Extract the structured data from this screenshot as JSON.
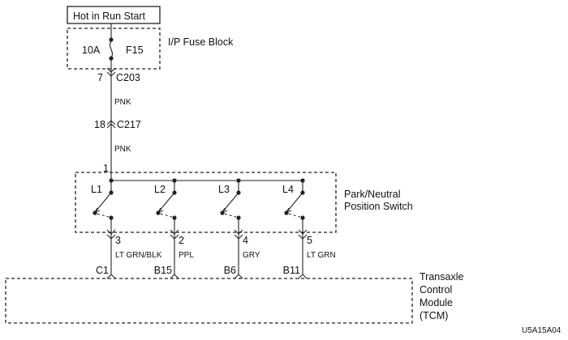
{
  "power_source": {
    "label": "Hot in Run Start"
  },
  "fuse_block": {
    "label": "I/P Fuse Block",
    "fuse_rating": "10A",
    "fuse_id": "F15"
  },
  "connectors": {
    "c203": {
      "pin": "7",
      "name": "C203"
    },
    "c217": {
      "pin": "18",
      "name": "C217"
    },
    "switch_input_pin": "1"
  },
  "wires": {
    "upper": "PNK",
    "middle": "PNK"
  },
  "switch": {
    "label_line1": "Park/Neutral",
    "label_line2": "Position Switch",
    "contacts": [
      {
        "name": "L1",
        "out_pin": "3",
        "wire_color": "LT GRN/BLK",
        "tcm_pin": "C1"
      },
      {
        "name": "L2",
        "out_pin": "2",
        "wire_color": "PPL",
        "tcm_pin": "B15"
      },
      {
        "name": "L3",
        "out_pin": "4",
        "wire_color": "GRY",
        "tcm_pin": "B6"
      },
      {
        "name": "L4",
        "out_pin": "5",
        "wire_color": "LT GRN",
        "tcm_pin": "B11"
      }
    ]
  },
  "tcm": {
    "label_line1": "Transaxle",
    "label_line2": "Control",
    "label_line3": "Module",
    "label_line4": "(TCM)"
  },
  "figure_id": "U5A15A04"
}
